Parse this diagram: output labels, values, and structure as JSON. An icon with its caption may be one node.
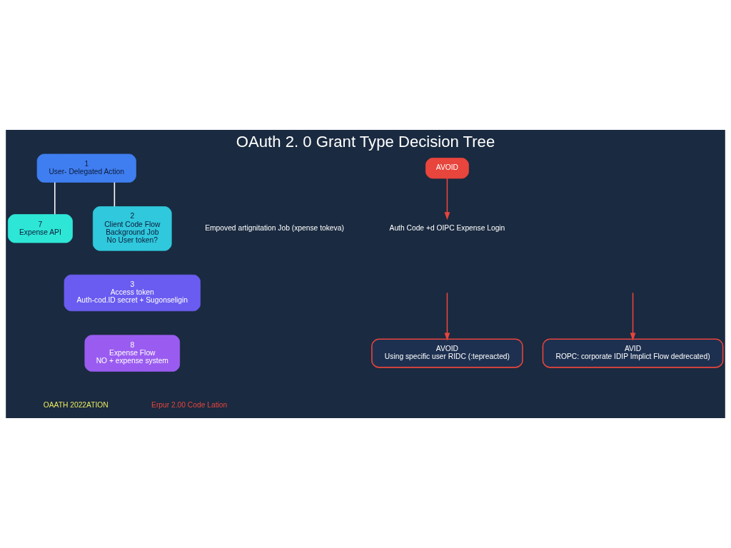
{
  "diagram": {
    "title": "OAuth 2. 0 Grant Type Decision Tree",
    "nodes": [
      {
        "text": [
          "1",
          "User- Delegated Action"
        ]
      },
      {
        "text": [
          "7",
          "Expense API"
        ]
      },
      {
        "text": [
          "2",
          "Client Code Flow",
          "Background Job",
          "No User token?"
        ]
      },
      {
        "text": [
          "3",
          "Access token",
          "Auth-cod.ID secret + Sugonseligin"
        ]
      },
      {
        "text": [
          "8",
          "Expense Flow",
          "NO + expense system"
        ]
      },
      {
        "text": [
          "Empoved artignitation Job (xpense tokeva)"
        ]
      },
      {
        "text": [
          "Auth Code +d OIPC Expense Login"
        ]
      },
      {
        "text": [
          "AVOID"
        ]
      },
      {
        "text": [
          "AVOID",
          "Using specific user RIDC (:tepreacted)"
        ]
      },
      {
        "text": [
          "AVID",
          "ROPC: corporate IDIP Implict Flow dedrecated)"
        ]
      }
    ],
    "edges": [
      {
        "from": 0,
        "to": 1,
        "arrow": "none",
        "color": "#ffffff"
      },
      {
        "from": 0,
        "to": 2,
        "arrow": "none",
        "color": "#ffffff"
      },
      {
        "from": 7,
        "to": 6,
        "arrow": "to",
        "color": "#e8453c"
      },
      {
        "from": null,
        "to": 8,
        "arrow": "to",
        "color": "#e8453c"
      },
      {
        "from": null,
        "to": 9,
        "arrow": "to",
        "color": "#e8453c"
      }
    ],
    "labels": [
      "OAATH 2022ATION",
      "Erpur 2.00 Code Lation"
    ]
  }
}
